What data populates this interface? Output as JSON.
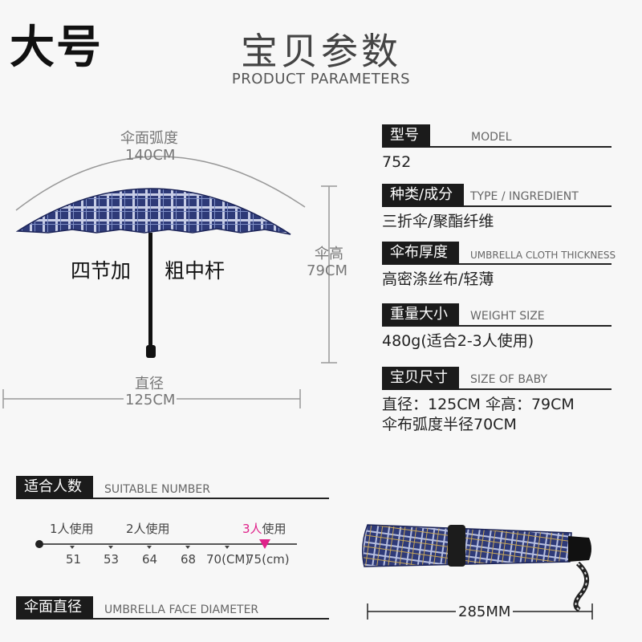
{
  "header": {
    "size_label": "大号",
    "title_cn": "宝贝参数",
    "title_en": "PRODUCT PARAMETERS"
  },
  "diagram": {
    "arc_label_cn": "伞面弧度",
    "arc_label_value": "140CM",
    "height_label_cn": "伞高",
    "height_label_value": "79CM",
    "diameter_label_cn": "直径",
    "diameter_label_value": "125CM",
    "callout_left": "四节加",
    "callout_right": "粗中杆"
  },
  "params": [
    {
      "tag": "型号",
      "en": "MODEL",
      "value": "752"
    },
    {
      "tag": "种类/成分",
      "en": "TYPE / INGREDIENT",
      "value": "三折伞/聚酯纤维"
    },
    {
      "tag": "伞布厚度",
      "en": "UMBRELLA CLOTH THICKNESS",
      "value": "高密涤丝布/轻薄"
    },
    {
      "tag": "重量大小",
      "en": "WEIGHT SIZE",
      "value": "480g(适合2-3人使用)"
    },
    {
      "tag": "宝贝尺寸",
      "en": "SIZE OF BABY",
      "value": "直径：125CM 伞高：79CM",
      "value2": "伞布弧度半径70CM"
    }
  ],
  "suitable": {
    "tag": "适合人数",
    "en": "SUITABLE NUMBER",
    "persons": [
      "1人使用",
      "2人使用"
    ],
    "highlight_num": "3人",
    "highlight_rest": "使用",
    "ticks": [
      "51",
      "53",
      "64",
      "68",
      "70(CM)",
      "75(cm)"
    ]
  },
  "face_diameter": {
    "tag": "伞面直径",
    "en": "UMBRELLA FACE DIAMETER"
  },
  "folded": {
    "length_label": "285MM"
  },
  "colors": {
    "umbrella_navy": "#2e3a78",
    "plaid_light": "#c7cde6",
    "highlight": "#e0218a",
    "tag_bg": "#1b1b1b"
  }
}
